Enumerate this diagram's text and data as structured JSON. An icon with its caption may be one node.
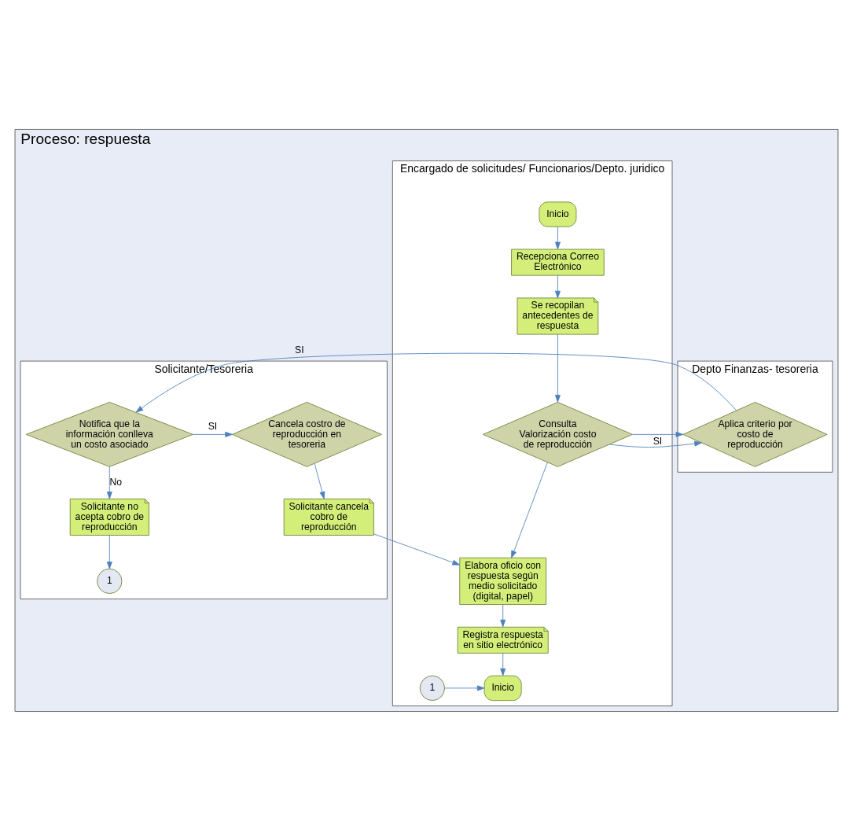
{
  "diagram": {
    "nodes": [
      {
        "text": [
          "Proceso: respuesta"
        ]
      },
      {
        "text": [
          "Encargado de solicitudes/ Funcionarios/Depto. juridico"
        ],
        "in": 0
      },
      {
        "text": [
          "Depto Finanzas- tesoreria"
        ],
        "in": 0
      },
      {
        "text": [
          "Solicitante/Tesoreria"
        ],
        "in": 0
      },
      {
        "text": [
          "Inicio"
        ],
        "in": 1
      },
      {
        "text": [
          "Recepciona Correo Electrónico"
        ],
        "in": 1
      },
      {
        "text": [
          "Se recopilan antecedentes de respuesta"
        ],
        "in": 1
      },
      {
        "text": [
          "Consulta Valorización costo de reproducción"
        ],
        "in": 1
      },
      {
        "text": [
          "Aplica criterio por costo de reproducción"
        ],
        "in": 2
      },
      {
        "text": [
          "Notifica que la información conlleva un costo asociado"
        ],
        "in": 3
      },
      {
        "text": [
          "Cancela costro de reproducción en tesoreria"
        ],
        "in": 3
      },
      {
        "text": [
          "Solicitante no acepta cobro de reproducción"
        ],
        "in": 3
      },
      {
        "text": [
          "1"
        ],
        "in": 3
      },
      {
        "text": [
          "Solicitante cancela cobro de reproducción"
        ],
        "in": 3
      },
      {
        "text": [
          "Elabora oficio con respuesta según medio solicitado (digital, papel)"
        ],
        "in": 1
      },
      {
        "text": [
          "Registra respuesta en sitio electrónico"
        ],
        "in": 1
      },
      {
        "text": [
          "1"
        ],
        "in": 1
      },
      {
        "text": [
          "Inicio"
        ],
        "in": 1
      }
    ],
    "edges": [
      {
        "from": 4,
        "to": 5,
        "arrow": "to"
      },
      {
        "from": 5,
        "to": 6,
        "arrow": "to"
      },
      {
        "from": 6,
        "to": 7,
        "arrow": "to"
      },
      {
        "from": 7,
        "to": 8,
        "arrow": "to",
        "label": "SI"
      },
      {
        "from": 8,
        "to": 9,
        "arrow": "to",
        "label": "SI"
      },
      {
        "from": 9,
        "to": 10,
        "arrow": "to",
        "label": "SI"
      },
      {
        "from": 9,
        "to": 11,
        "arrow": "to",
        "label": "No"
      },
      {
        "from": 11,
        "to": 12,
        "arrow": "to"
      },
      {
        "from": 10,
        "to": 13,
        "arrow": "to"
      },
      {
        "from": 7,
        "to": 14,
        "arrow": "to"
      },
      {
        "from": 13,
        "to": 14,
        "arrow": "to"
      },
      {
        "from": 14,
        "to": 15,
        "arrow": "to"
      },
      {
        "from": 15,
        "to": 17,
        "arrow": "to"
      },
      {
        "from": 16,
        "to": 17,
        "arrow": "to"
      }
    ]
  }
}
